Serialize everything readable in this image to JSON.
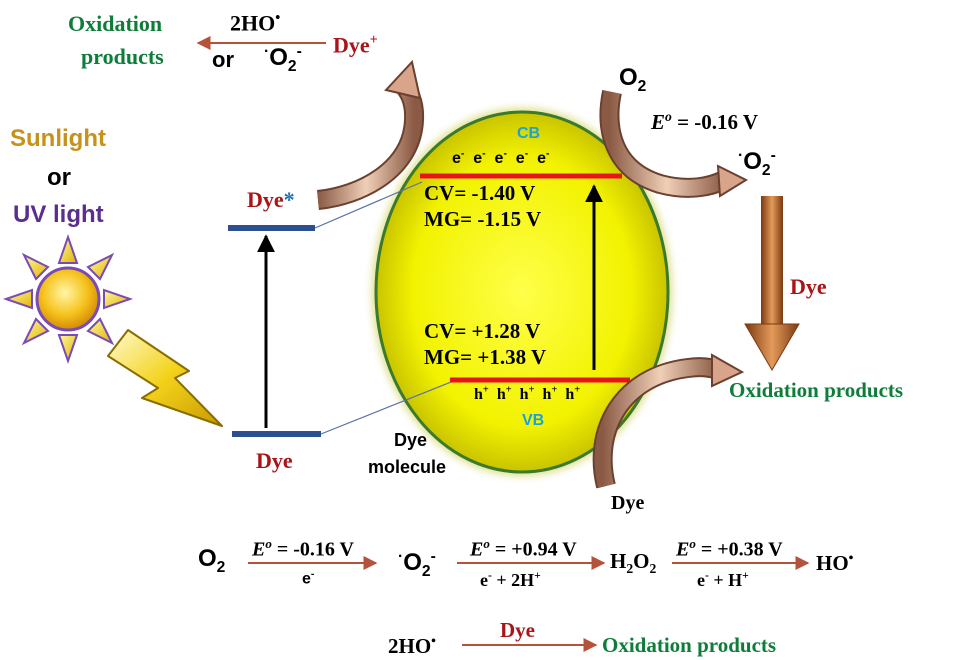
{
  "colors": {
    "green_text": "#0f7d3a",
    "red_text": "#a81418",
    "band_label": "#1aa3d9",
    "band_line": "#e8141b",
    "dye_level": "#2c4f8f",
    "particle": "#f2f200",
    "reaction_arrow": "#b5523a"
  },
  "light": {
    "sunlight": "Sunlight",
    "or": "or",
    "uv": "UV light"
  },
  "top_reaction": {
    "products": [
      "Oxidation",
      "products"
    ],
    "radical1": "2HO",
    "or": "or",
    "radical2": "O",
    "radical2_sub": "2",
    "dye_cation": "Dye",
    "dye_cation_sup": "+"
  },
  "dye_levels": {
    "excited": "Dye",
    "excited_star": "*",
    "ground": "Dye",
    "molecule": [
      "Dye",
      "molecule"
    ]
  },
  "particle": {
    "cb": "CB",
    "electrons": [
      "e",
      "e",
      "e",
      "e",
      "e"
    ],
    "cb_potentials": [
      "CV= -1.40 V",
      "MG= -1.15 V"
    ],
    "vb_potentials": [
      "CV= +1.28 V",
      "MG= +1.38 V"
    ],
    "holes": [
      "h",
      "h",
      "h",
      "h",
      "h"
    ],
    "vb": "VB"
  },
  "right_side": {
    "o2": "O",
    "o2_sub": "2",
    "potential_label": "E",
    "potential_value": "= -0.16 V",
    "superoxide": "O",
    "superoxide_sub": "2",
    "dye": "Dye",
    "oxidation_products": "Oxidation products",
    "dye_bottom": "Dye"
  },
  "equation1": {
    "o2": "O",
    "o2_sub": "2",
    "arrow1_top_E": "E",
    "arrow1_top": "= -0.16 V",
    "arrow1_bottom": "e",
    "superoxide": "O",
    "superoxide_sub": "2",
    "arrow2_top_E": "E",
    "arrow2_top": "= +0.94 V",
    "arrow2_bottom": "e",
    "arrow2_bottom_rest": "+ 2H",
    "h2o2": "H",
    "h2o2_sub1": "2",
    "h2o2_o": "O",
    "h2o2_sub2": "2",
    "arrow3_top_E": "E",
    "arrow3_top": "= +0.38 V",
    "arrow3_bottom": "e",
    "arrow3_bottom_rest": "+ H",
    "hydroxyl": "HO"
  },
  "equation2": {
    "reactant": "2HO",
    "arrow_label": "Dye",
    "product": "Oxidation products"
  }
}
